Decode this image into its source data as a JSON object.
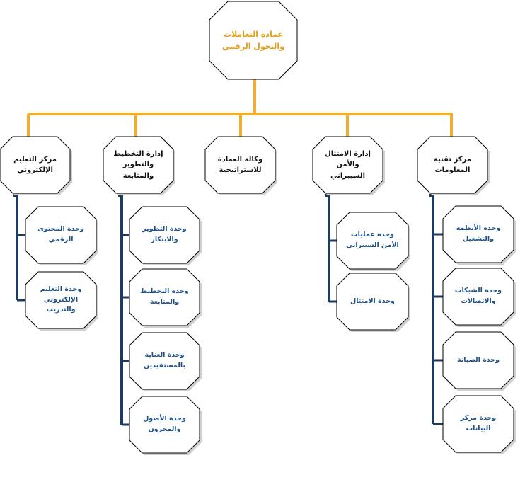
{
  "colors": {
    "root_text": "#e0a01c",
    "dept_text": "#111111",
    "unit_text": "#1f4f86",
    "top_connector": "#f2ac30",
    "branch_connector": "#1f3a5f"
  },
  "root": {
    "label": "عمادة التعاملات والتحول الرقمي"
  },
  "departments": [
    {
      "label": "مركز تقنية المعلومات",
      "units": [
        "وحدة الأنظمة والتشغيل",
        "وحدة الشبكات والاتصالات",
        "وحدة الصيانة",
        "وحدة مركز البيانات"
      ]
    },
    {
      "label": "إدارة الامتثال والأمن السيبراني",
      "units": [
        "وحدة عمليات الأمن السيبراني",
        "وحدة الامتثال"
      ]
    },
    {
      "label": "وكالة العمادة للاستراتيجية",
      "units": []
    },
    {
      "label": "إدارة التخطيط والتطوير والمتابعة",
      "units": [
        "وحدة التطوير والابتكار",
        "وحدة التخطيط والمتابعة",
        "وحدة العناية بالمستفيدين",
        "وحدة الأصول والمخزون"
      ]
    },
    {
      "label": "مركز التعليم الإلكتروني",
      "units": [
        "وحدة المحتوى الرقمي",
        "وحدة التعليم الإلكتروني والتدريب"
      ]
    }
  ]
}
